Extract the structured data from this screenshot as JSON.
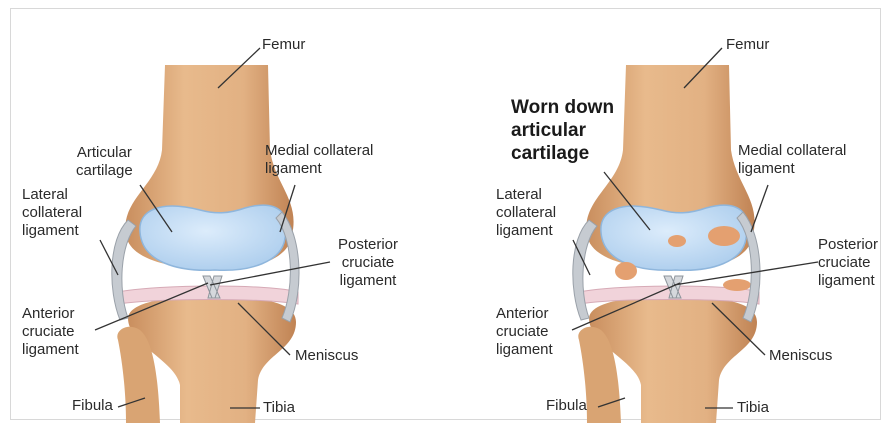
{
  "colors": {
    "bone": "#e2b183",
    "bone_shadow": "#c98e5e",
    "cartilage": "#b9d7f2",
    "cartilage_edge": "#8fb6dc",
    "ligament": "#c6cbd1",
    "meniscus": "#f1d3da",
    "worn_patch": "#e4a070",
    "leader": "#333333"
  },
  "left_panel": {
    "femur": "Femur",
    "articular_cartilage": "Articular\ncartilage",
    "medial_collateral": "Medial collateral\nligament",
    "lateral_collateral": "Lateral\ncollateral\nligament",
    "posterior_cruciate": "Posterior\ncruciate\nligament",
    "anterior_cruciate": "Anterior\ncruciate\nligament",
    "meniscus": "Meniscus",
    "fibula": "Fibula",
    "tibia": "Tibia"
  },
  "right_panel": {
    "heading": "Worn down\narticular\ncartilage",
    "femur": "Femur",
    "medial_collateral": "Medial collateral\nligament",
    "lateral_collateral": "Lateral\ncollateral\nligament",
    "posterior_cruciate": "Posterior\ncruciate\nligament",
    "anterior_cruciate": "Anterior\ncruciate\nligament",
    "meniscus": "Meniscus",
    "fibula": "Fibula",
    "tibia": "Tibia"
  }
}
